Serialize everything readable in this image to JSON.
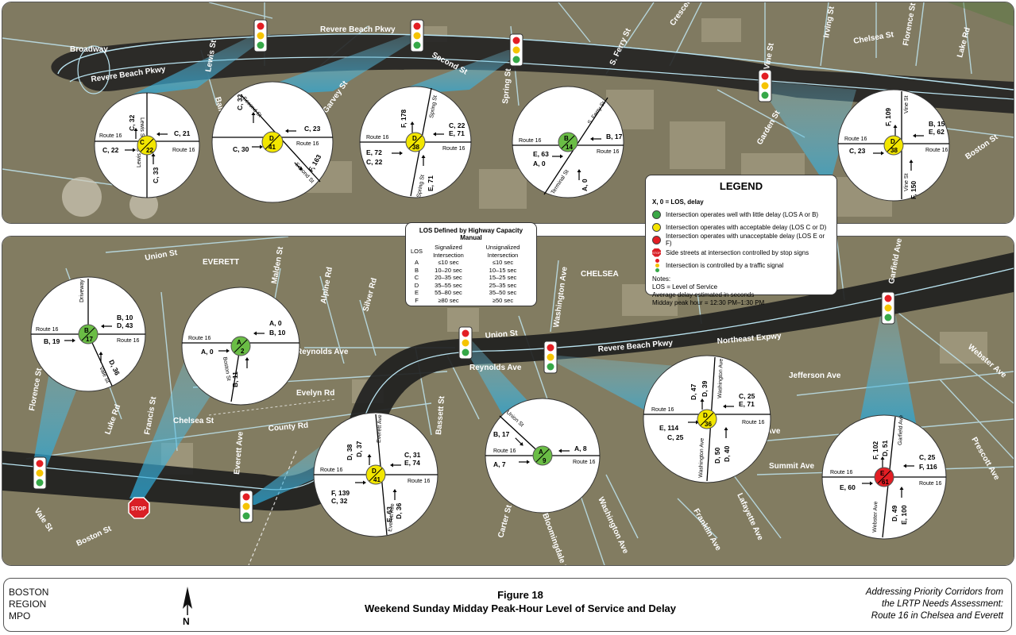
{
  "neighborhoods": {
    "everett": "EVERETT",
    "chelsea": "CHELSEA"
  },
  "top_streets": {
    "broadway": "Broadway",
    "revere_beach_pkwy_left": "Revere Beach Pkwy",
    "revere_beach_pkwy_top": "Revere Beach Pkwy",
    "lewis": "Lewis St",
    "bailey": "Bailey St",
    "garvey": "Garvey St",
    "second": "Second St",
    "spring": "Spring St",
    "s_ferry": "S. Ferry St",
    "crescent": "Crescent St",
    "vine": "Vine St",
    "irving": "Irving St",
    "chelsea": "Chelsea St",
    "florence": "Florence St",
    "lake": "Lake Rd",
    "garden": "Garden St",
    "boston": "Boston St"
  },
  "bottom_streets": {
    "union_left": "Union St",
    "malden": "Malden St",
    "alpine": "Alpine Rd",
    "silver": "Silver Rd",
    "reynolds_left": "Reynolds Ave",
    "evelyn": "Evelyn Rd",
    "chelsea": "Chelsea St",
    "county": "County Rd",
    "francis": "Francis St",
    "luke": "Luke Rd",
    "florence": "Florence St",
    "vale": "Vale St",
    "boston": "Boston St",
    "everett": "Everett Ave",
    "bassett": "Bassett St",
    "union_mid": "Union St",
    "reynolds_mid": "Reynolds Ave",
    "washington_top": "Washington Ave",
    "revere": "Revere Beach Pkwy",
    "northeast": "Northeast Expwy",
    "jefferson": "Jefferson Ave",
    "warren": "Warren Ave",
    "summit": "Summit Ave",
    "franklin": "Franklin Ave",
    "lafayette": "Lafayette Ave",
    "washington_bot": "Washington Ave",
    "carter": "Carter St",
    "bloomingdale": "Bloomingdale St",
    "garfield": "Garfield Ave",
    "webster": "Webster Ave",
    "prescott": "Prescott Ave"
  },
  "intersections": {
    "i1": {
      "los": "C",
      "delay": "22",
      "color": "#f2e600",
      "r1": "Route 16",
      "r2": "Route 16",
      "s1": "Lewis St",
      "s2": "Lewis St",
      "m1": "C, 32",
      "m2": "C, 21",
      "m3": "C, 22",
      "m4": "C, 33"
    },
    "i2": {
      "los": "D",
      "delay": "41",
      "color": "#f2e600",
      "r1": "Route 16",
      "s1": "Second St",
      "s2": "Second St",
      "m1": "C, 32",
      "m2": "C, 23",
      "m3": "C, 30",
      "m4": "F, 163"
    },
    "i3": {
      "los": "D",
      "delay": "38",
      "color": "#f2e600",
      "r1": "Route 16",
      "r2": "Route 16",
      "s1": "Spring St",
      "s2": "Spring St",
      "m1": "F, 178",
      "m2": "C, 22",
      "m3": "E, 71",
      "m4": "E, 72",
      "m5": "C, 22",
      "m6": "E, 71"
    },
    "i4": {
      "los": "B",
      "delay": "14",
      "color": "#6abd45",
      "r1": "Route 16",
      "r2": "Route 16",
      "s1": "S. Ferry St",
      "s2": "Terminal St",
      "m1": "B, 17",
      "m2": "E, 63",
      "m3": "A, 0",
      "m4": "A, 0"
    },
    "i5": {
      "los": "D",
      "delay": "38",
      "color": "#f2e600",
      "r1": "Route 16",
      "r2": "Route 16",
      "s1": "Vine St",
      "s2": "Vine St",
      "m1": "F, 109",
      "m2": "B, 15",
      "m3": "E, 62",
      "m4": "C, 23",
      "m5": "F, 150"
    },
    "i6": {
      "los": "B",
      "delay": "17",
      "color": "#6abd45",
      "r1": "Route 16",
      "r2": "Route 16",
      "s1": "Driveway",
      "s2": "Vale St",
      "m1": "B, 10",
      "m2": "D, 43",
      "m3": "B, 19",
      "m4": "D, 36"
    },
    "i7": {
      "los": "A",
      "delay": "2",
      "color": "#6abd45",
      "r1": "Route 16",
      "s1": "Boston St",
      "m1": "A, 0",
      "m2": "B, 10",
      "m3": "A, 0",
      "m4": "B, 11"
    },
    "i8": {
      "los": "D",
      "delay": "41",
      "color": "#f2e600",
      "r1": "Route 16",
      "r2": "Route 16",
      "s1": "Everett Ave",
      "s2": "Everett Ave",
      "m1": "D, 37",
      "m2": "D, 38",
      "m3": "C, 31",
      "m4": "E, 74",
      "m5": "F, 139",
      "m6": "C, 32",
      "m7": "E, 63",
      "m8": "D, 36"
    },
    "i9": {
      "los": "A",
      "delay": "9",
      "color": "#6abd45",
      "r1": "Route 16",
      "r2": "Route 16",
      "s1": "Union St",
      "m1": "B, 17",
      "m2": "A, 8",
      "m3": "A, 7"
    },
    "i10": {
      "los": "D",
      "delay": "36",
      "color": "#f2e600",
      "r1": "Route 16",
      "r2": "Route 16",
      "s1": "Washington Ave",
      "s2": "Washington Ave",
      "m1": "D, 47",
      "m2": "D, 39",
      "m3": "C, 25",
      "m4": "E, 71",
      "m5": "E, 114",
      "m6": "C, 25",
      "m7": "D, 50",
      "m8": "D, 40"
    },
    "i11": {
      "los": "E",
      "delay": "61",
      "color": "#e31e24",
      "r1": "Route 16",
      "r2": "Route 16",
      "s1": "Garfield Ave",
      "s2": "Webster Ave",
      "m1": "F, 102",
      "m2": "D, 51",
      "m3": "C, 25",
      "m4": "F, 116",
      "m5": "E, 60",
      "m6": "D, 49",
      "m7": "E, 100"
    }
  },
  "legend": {
    "title": "LEGEND",
    "key": "X, 0 = LOS, delay",
    "items": [
      "Intersection operates well with little delay (LOS A or B)",
      "Intersection operates with acceptable delay (LOS C or D)",
      "Intersection operates with unacceptable delay (LOS E or F)",
      "Side streets at intersection controlled by stop signs",
      "Intersection is controlled by a traffic signal"
    ],
    "notes_label": "Notes:",
    "notes": [
      "LOS = Level of Service",
      "Average delay estimated in seconds",
      "Midday peak hour = 12:30 PM–1:30 PM"
    ],
    "stop": "STOP",
    "colors": {
      "good": "#3aa846",
      "ok": "#f5e400",
      "bad": "#e31e24"
    }
  },
  "los_table": {
    "title": "LOS Defined by Highway Capacity Manual",
    "h_los": "LOS",
    "h_sig": "Signalized Intersection",
    "h_unsig": "Unsignalized Intersection",
    "rows": [
      {
        "los": "A",
        "sig": "≤10 sec",
        "unsig": "≤10 sec"
      },
      {
        "los": "B",
        "sig": "10–20 sec",
        "unsig": "10–15 sec"
      },
      {
        "los": "C",
        "sig": "20–35 sec",
        "unsig": "15–25 sec"
      },
      {
        "los": "D",
        "sig": "35–55 sec",
        "unsig": "25–35 sec"
      },
      {
        "los": "E",
        "sig": "55–80 sec",
        "unsig": "35–50 sec"
      },
      {
        "los": "F",
        "sig": "≥80 sec",
        "unsig": "≥50 sec"
      }
    ]
  },
  "stop_sign": "STOP",
  "footer": {
    "org1": "BOSTON",
    "org2": "REGION",
    "org3": "MPO",
    "north": "N",
    "figure": "Figure 18",
    "title": "Weekend Sunday Midday Peak-Hour Level of Service and Delay",
    "sub1": "Addressing Priority Corridors from",
    "sub2": "the LRTP Needs Assessment:",
    "sub3": "Route 16 in Chelsea and Everett"
  }
}
